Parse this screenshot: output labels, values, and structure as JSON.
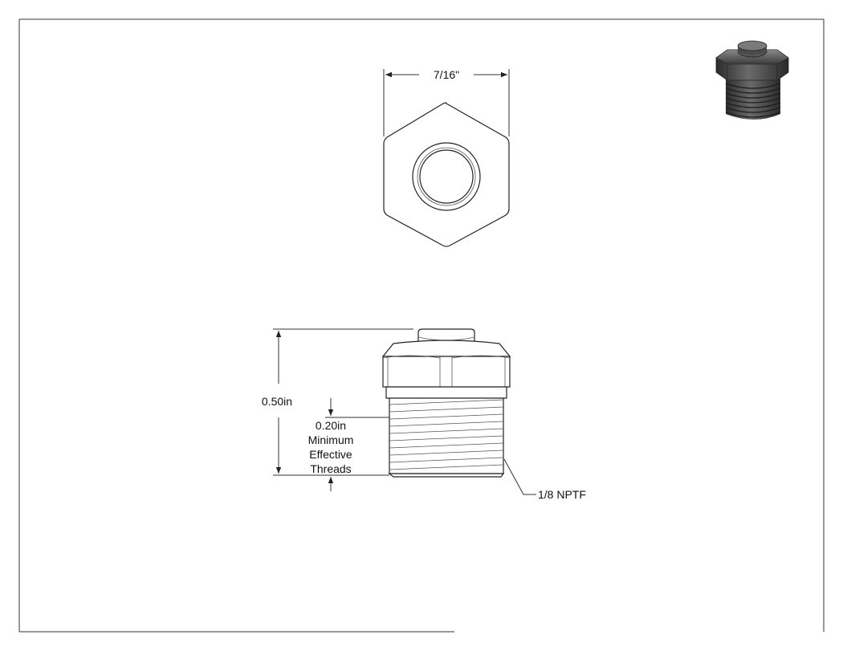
{
  "dimensions": {
    "hex_width": "7/16\"",
    "overall_height": "0.50in",
    "thread_depth_value": "0.20in",
    "thread_depth_line1": "Minimum",
    "thread_depth_line2": "Effective",
    "thread_depth_line3": "Threads",
    "thread_spec": "1/8 NPTF"
  },
  "colors": {
    "line": "#333333",
    "iso_body": "#4a4a4a"
  }
}
